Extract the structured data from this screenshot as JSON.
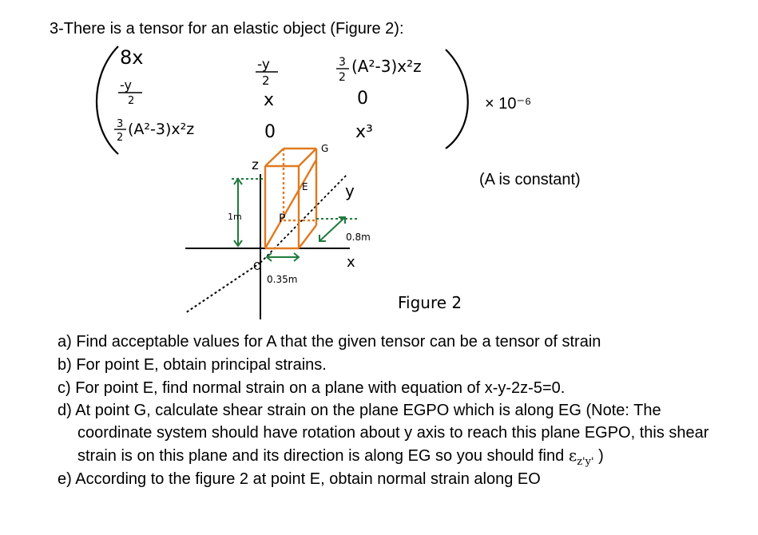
{
  "problem": {
    "heading": "3-There is a tensor for an elastic object (Figure 2):",
    "multiplier": "× 10⁻⁶",
    "note": "(A is constant)"
  },
  "tensor": {
    "r1c1": "8x",
    "r1c2_num": "-y",
    "r1c2_den": "2",
    "r1c3_coef_num": "3",
    "r1c3_coef_den": "2",
    "r1c3_expr": "(A²-3)x²z",
    "r2c1_num": "-y",
    "r2c1_den": "2",
    "r2c2": "x",
    "r2c3": "0",
    "r3c1_coef_num": "3",
    "r3c1_coef_den": "2",
    "r3c1_expr": "(A²-3)x²z",
    "r3c2": "0",
    "r3c3": "x³"
  },
  "figure": {
    "axis_z": "z",
    "axis_y": "y",
    "axis_x": "x",
    "origin": "O",
    "point_g": "G",
    "point_e": "E",
    "point_p": "P",
    "dim_height": "1m",
    "dim_depth": "0.8m",
    "dim_width": "0.35m",
    "caption": "Figure 2"
  },
  "questions": {
    "a": "a) Find acceptable values for A that the given tensor can be a tensor of strain",
    "b": "b) For point E, obtain principal strains.",
    "c": "c)  For point E, find normal strain on a plane with equation of x-y-2z-5=0.",
    "d_line1": "d) At point G, calculate shear strain on the plane EGPO which is along EG (Note: The",
    "d_line2": "coordinate system should have rotation about y axis to reach this plane EGPO, this shear",
    "d_line3": "strain is on this plane and its direction is along EG so you should find",
    "d_symbol": "ε",
    "d_symbol_sub": "z'y'",
    "d_close": ")",
    "e": "e) According to the figure 2 at point E, obtain normal strain along EO"
  },
  "colors": {
    "ink": "#000000",
    "dimension_green": "#1f7a3c",
    "box_orange": "#e07a1f"
  }
}
